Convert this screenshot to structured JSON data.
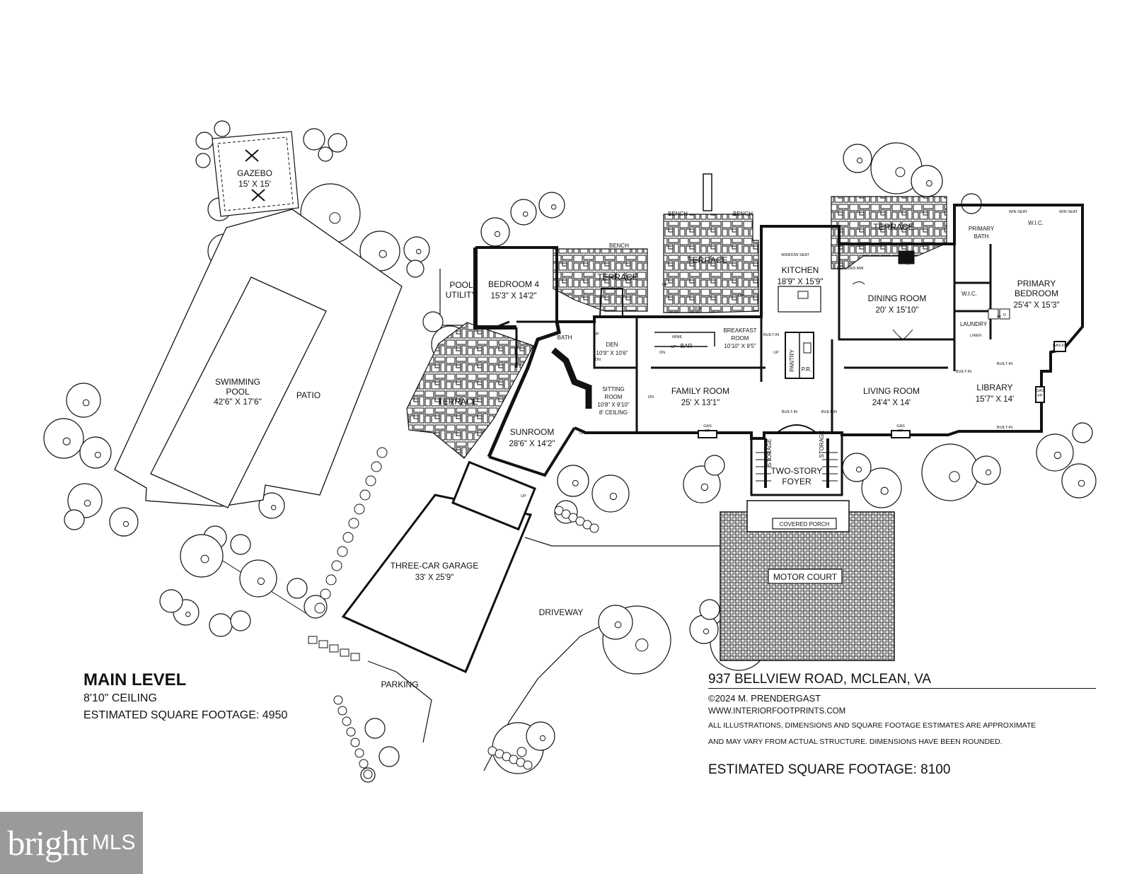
{
  "rooms": {
    "gazebo": {
      "name": "GAZEBO",
      "dims": "15' X 15'"
    },
    "pool": {
      "name": "SWIMMING",
      "name2": "POOL",
      "dims": "42'6\" X 17'6\""
    },
    "patio": "PATIO",
    "pool_utility": {
      "line1": "POOL",
      "line2": "UTILITY"
    },
    "bedroom4": {
      "name": "BEDROOM 4",
      "dims": "15'3\" X 14'2\""
    },
    "bath": "BATH",
    "terrace_left": "TERRACE",
    "terrace_mid": "TERRACE",
    "terrace_center": "TERRACE",
    "terrace_right": "TERRACE",
    "den": {
      "name": "DEN",
      "dims": "10'9\" X 10'6\""
    },
    "bar": "BAR",
    "breakfast": {
      "name1": "BREAKFAST",
      "name2": "ROOM",
      "dims": "10'10\" X 9'5\""
    },
    "kitchen": {
      "name": "KITCHEN",
      "dims": "18'9\" X 15'9\""
    },
    "pantry": "PANTRY",
    "powder": "P.R.",
    "dining": {
      "name": "DINING ROOM",
      "dims": "20' X 15'10\""
    },
    "primary_bath": {
      "line1": "PRIMARY",
      "line2": "BATH"
    },
    "wic_top": "W.I.C.",
    "wic_mid": "W.I.C.",
    "primary_bedroom": {
      "line1": "PRIMARY",
      "line2": "BEDROOM",
      "dims": "25'4\" X 15'3\""
    },
    "laundry": "LAUNDRY",
    "linen": "LINEN",
    "sitting": {
      "name1": "SITTING",
      "name2": "ROOM",
      "dims": "10'8\" X 9'10\"",
      "ceiling": "8' CEILING"
    },
    "family": {
      "name": "FAMILY ROOM",
      "dims": "25' X 13'1\""
    },
    "living": {
      "name": "LIVING ROOM",
      "dims": "24'4\" X 14'"
    },
    "library": {
      "name": "LIBRARY",
      "dims": "15'7\" X 14'"
    },
    "sunroom": {
      "name": "SUNROOM",
      "dims": "28'6\" X 14'2\""
    },
    "foyer": {
      "line1": "TWO-STORY",
      "line2": "FOYER"
    },
    "storage_left": "STORAGE",
    "storage_right": "STORAGE",
    "covered_porch": "COVERED PORCH",
    "motor_court": "MOTOR COURT",
    "garage": {
      "name": "THREE-CAR GARAGE",
      "dims": "33' X 25'9\""
    },
    "driveway": "DRIVEWAY",
    "parking": "PARKING"
  },
  "small_labels": {
    "bench": "BENCH",
    "fp": "FP",
    "gas": "GAS",
    "up": "UP",
    "dn": "DN",
    "built_in": "BUILT-IN",
    "win_seat": "WIN SEAT",
    "window_seat": "WINDOW SEAT",
    "ref": "REF",
    "oven_mw": "OVEN MW",
    "wine": "WINE",
    "bkg": "BKG",
    "washer": "W",
    "dryer": "D",
    "gas_fp": "GAS FP"
  },
  "footer_left": {
    "title": "MAIN LEVEL",
    "ceiling": "8'10\" CEILING",
    "sqft": "ESTIMATED SQUARE FOOTAGE: 4950"
  },
  "footer_right": {
    "address": "937 BELLVIEW ROAD, MCLEAN, VA",
    "copyright": "©2024 M. PRENDERGAST",
    "website": "WWW.INTERIORFOOTPRINTS.COM",
    "disclaimer1": "ALL ILLUSTRATIONS, DIMENSIONS AND SQUARE FOOTAGE ESTIMATES ARE APPROXIMATE",
    "disclaimer2": "AND MAY VARY FROM ACTUAL STRUCTURE. DIMENSIONS HAVE BEEN ROUNDED.",
    "total_sqft": "ESTIMATED SQUARE FOOTAGE: 8100"
  },
  "watermark": {
    "word": "bright",
    "suffix": "MLS"
  }
}
